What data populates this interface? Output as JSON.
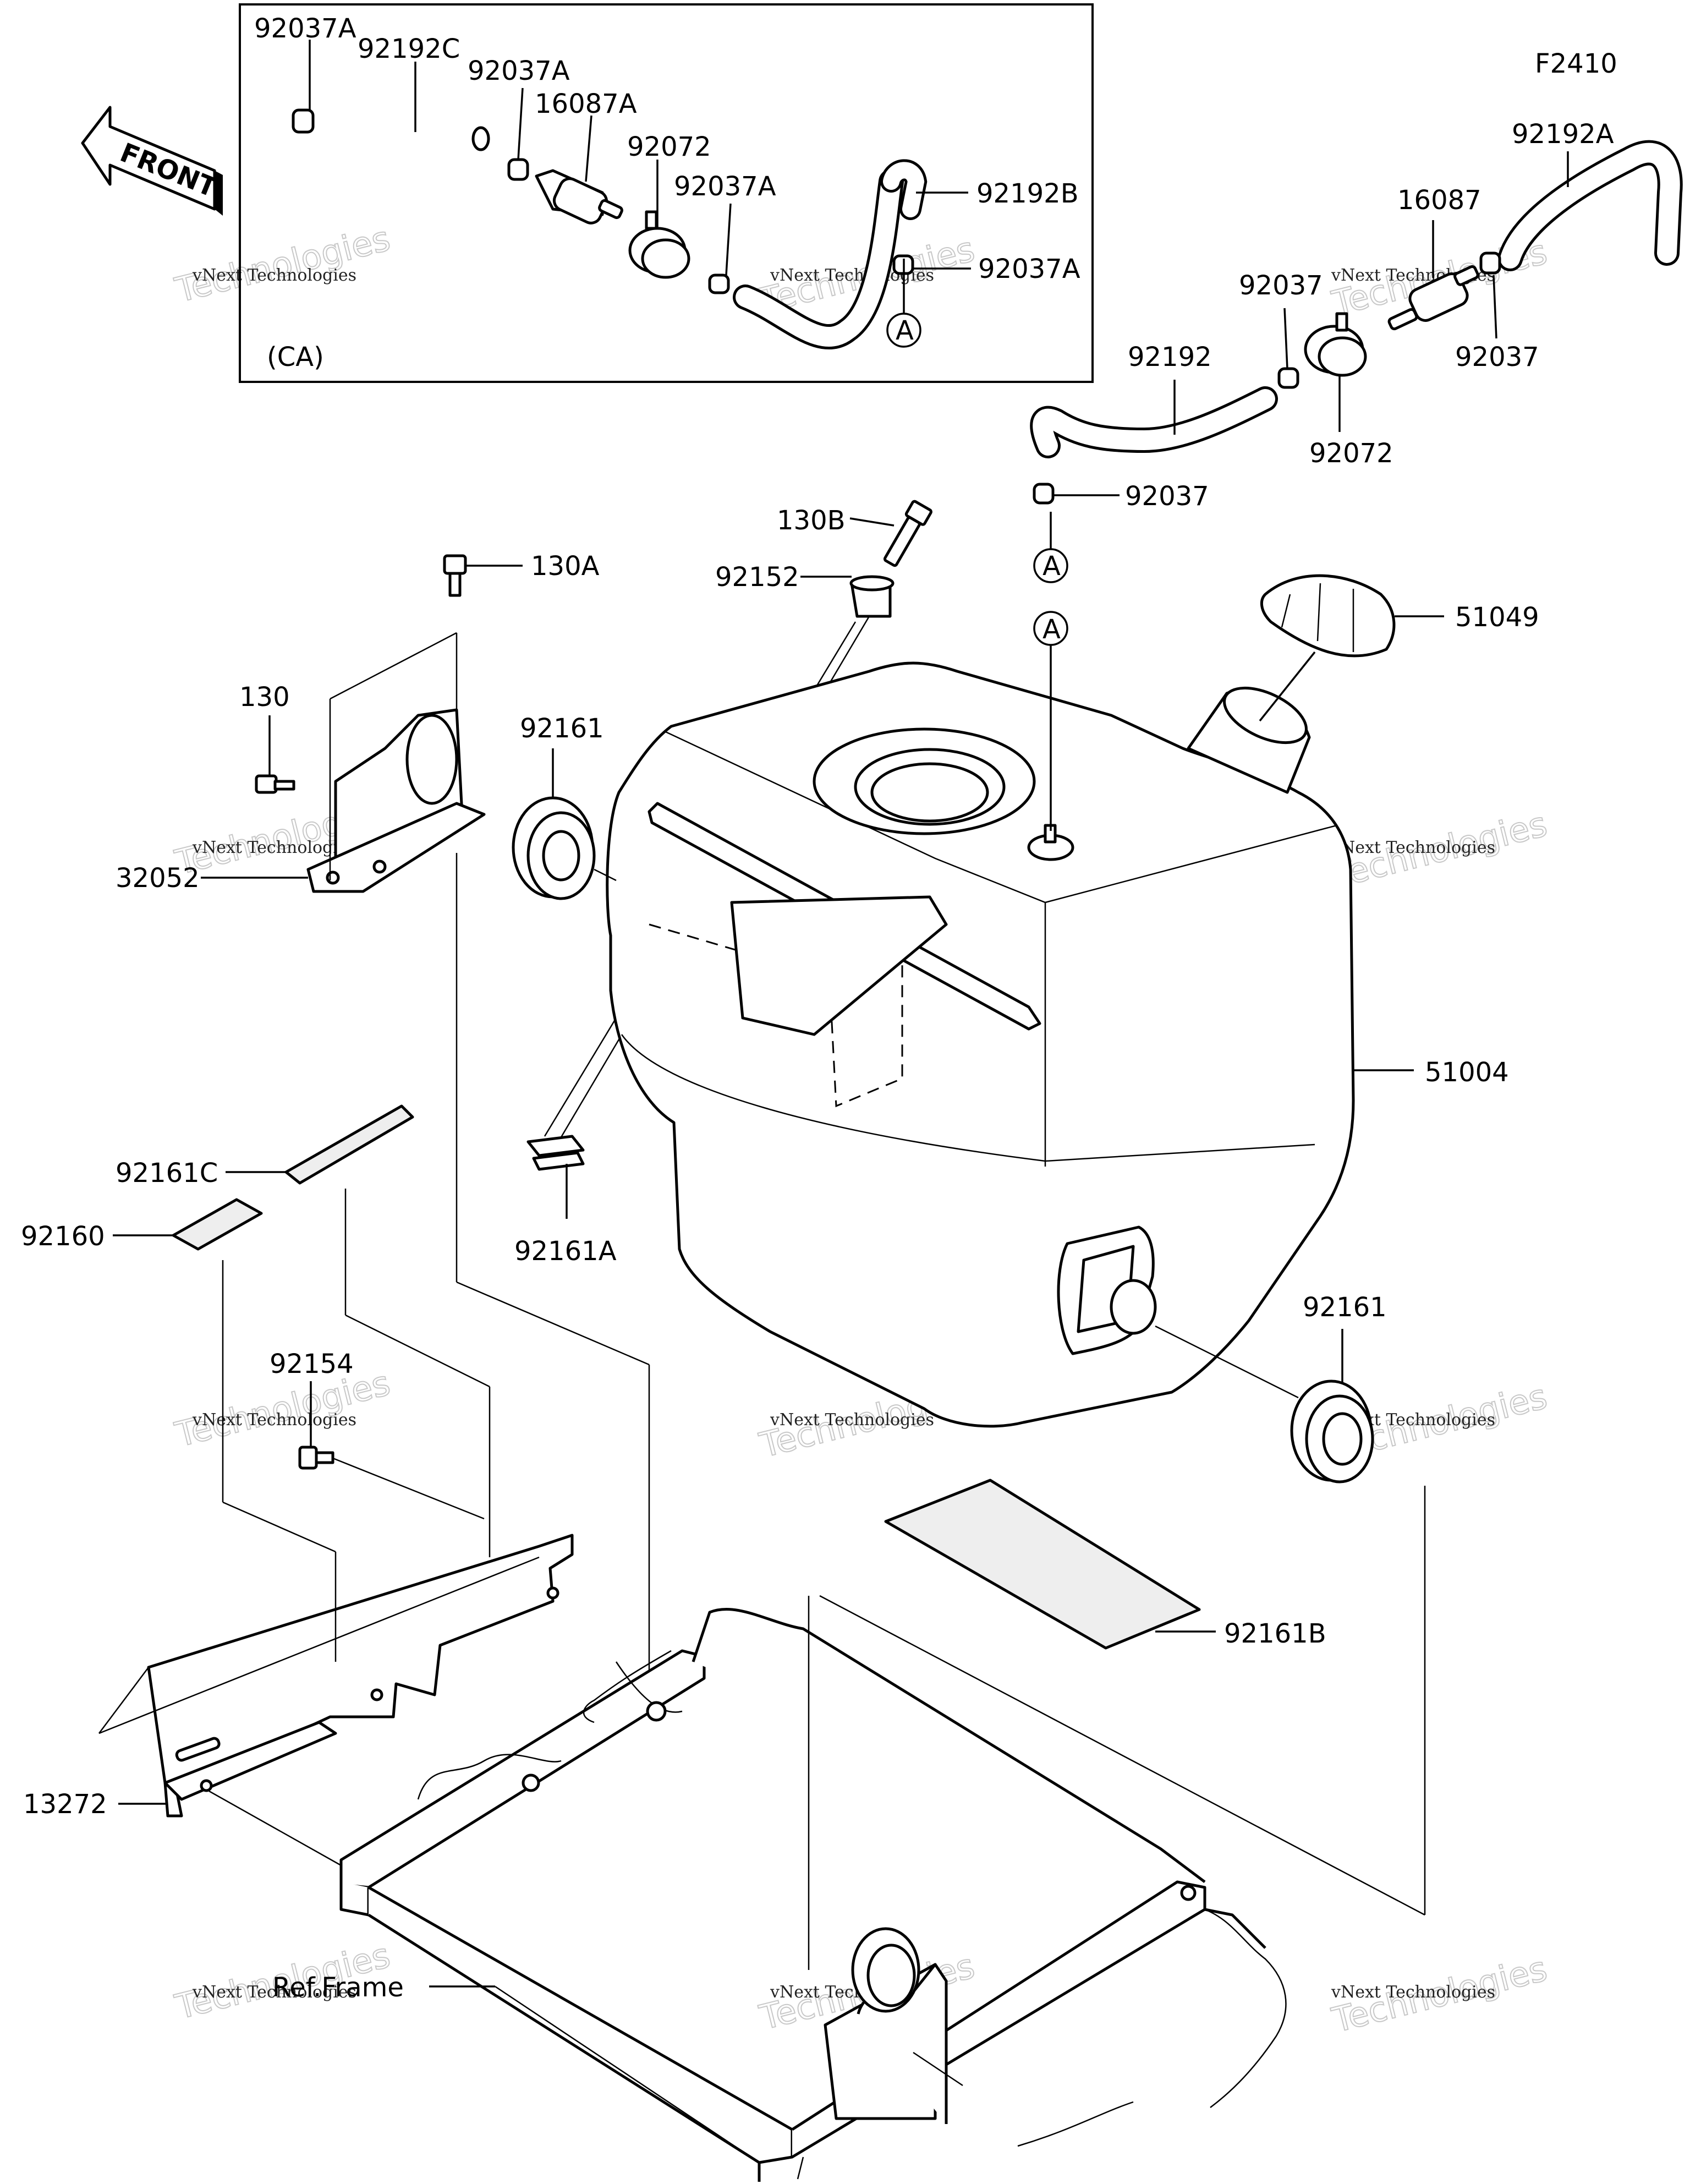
{
  "figure_code": "F2410",
  "inset_label": "(CA)",
  "front_arrow_text": "FRONT",
  "reference_marker": "A",
  "watermark": {
    "line1": "vNext Technologies",
    "line2": "Technologies",
    "line3": "vNext"
  },
  "labels": {
    "p92037A_1": "92037A",
    "p92192C": "92192C",
    "p92037A_2": "92037A",
    "p16087A": "16087A",
    "p92072_ca": "92072",
    "p92037A_3": "92037A",
    "p92192B": "92192B",
    "p92037A_4": "92037A",
    "p92192A": "92192A",
    "p16087": "16087",
    "p92037_1": "92037",
    "p92037_2": "92037",
    "p92192": "92192",
    "p92072": "92072",
    "p92037_3": "92037",
    "p130B": "130B",
    "p92152": "92152",
    "p51049": "51049",
    "p130A": "130A",
    "p130": "130",
    "p92161_1": "92161",
    "p32052": "32052",
    "p51004": "51004",
    "p92161C": "92161C",
    "p92160": "92160",
    "p92161A": "92161A",
    "p92161_2": "92161",
    "p92154": "92154",
    "p92161B": "92161B",
    "p13272": "13272",
    "ref_frame": "Ref.Frame"
  }
}
